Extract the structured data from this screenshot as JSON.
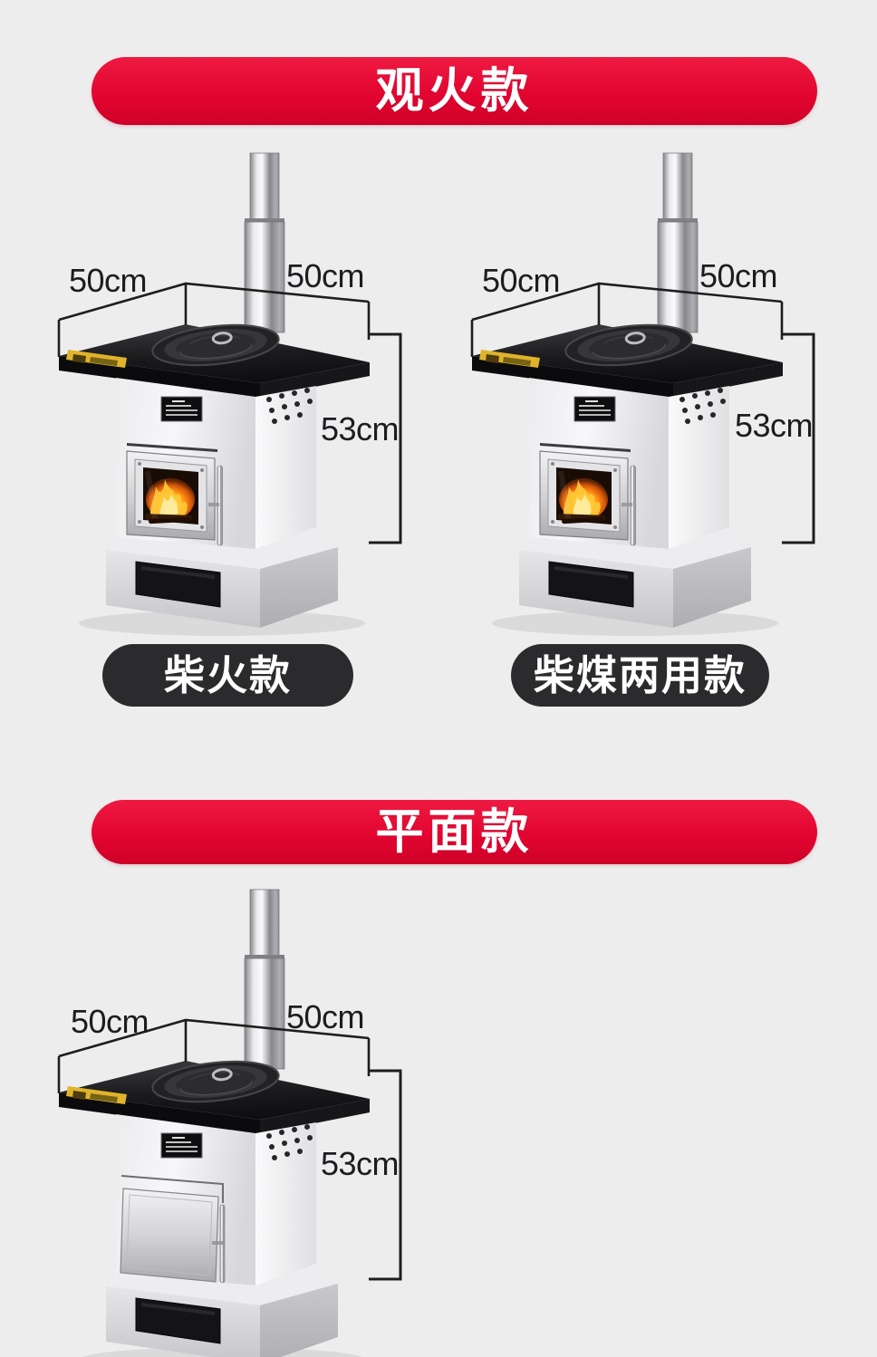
{
  "page": {
    "background_color": "#eeedee"
  },
  "style": {
    "banner_red": "#e20530",
    "badge_black": "#2b2a2c",
    "dimension_text_color": "#1d1d1f",
    "banner_text_color": "#ffffff"
  },
  "sections": [
    {
      "banner_label": "观火款",
      "products": [
        {
          "model_label": "柴火款",
          "door_style": "glass fire-view window",
          "dimensions": {
            "width": "50cm",
            "depth": "50cm",
            "height": "53cm"
          }
        },
        {
          "model_label": "柴煤两用款",
          "door_style": "glass fire-view window",
          "dimensions": {
            "width": "50cm",
            "depth": "50cm",
            "height": "53cm"
          }
        }
      ]
    },
    {
      "banner_label": "平面款",
      "products": [
        {
          "model_label": null,
          "door_style": "solid metal door",
          "dimensions": {
            "width": "50cm",
            "depth": "50cm",
            "height": "53cm"
          }
        }
      ]
    }
  ]
}
